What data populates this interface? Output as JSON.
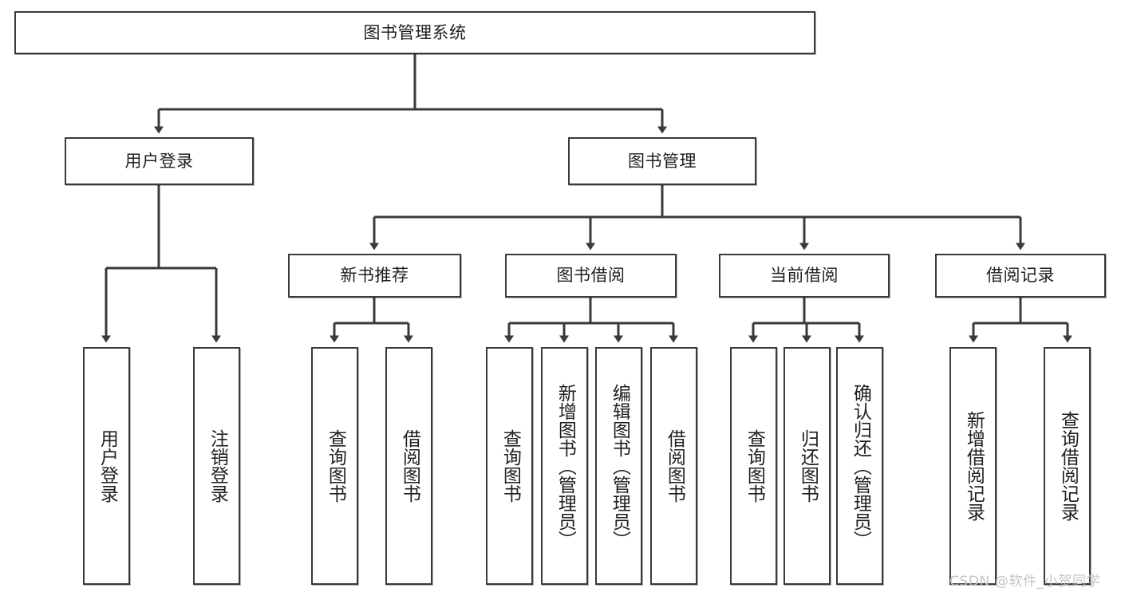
{
  "diagram": {
    "title": "图书管理系统",
    "type": "tree-hierarchy",
    "colors": {
      "box_border": "#3a3a3a",
      "box_fill": "#ffffff",
      "line": "#3a3a3a",
      "text": "#1f1f1f",
      "watermark": "#c4c4c4"
    },
    "root": {
      "label": "图书管理系统"
    },
    "level2": [
      {
        "label": "用户登录"
      },
      {
        "label": "图书管理"
      }
    ],
    "level3": [
      {
        "label": "新书推荐"
      },
      {
        "label": "图书借阅"
      },
      {
        "label": "当前借阅"
      },
      {
        "label": "借阅记录"
      }
    ],
    "leaves": {
      "user_login": [
        {
          "label": "用户登录"
        },
        {
          "label": "注销登录"
        }
      ],
      "new_book_recommend": [
        {
          "label": "查询图书"
        },
        {
          "label": "借阅图书"
        }
      ],
      "book_borrow": [
        {
          "label": "查询图书"
        },
        {
          "label": "新增图书（管理员）"
        },
        {
          "label": "编辑图书（管理员）"
        },
        {
          "label": "借阅图书"
        }
      ],
      "current_borrow": [
        {
          "label": "查询图书"
        },
        {
          "label": "归还图书"
        },
        {
          "label": "确认归还（管理员）"
        }
      ],
      "borrow_record": [
        {
          "label": "新增借阅记录"
        },
        {
          "label": "查询借阅记录"
        }
      ]
    }
  },
  "watermark": {
    "text": "CSDN @软件_小贺同学"
  }
}
